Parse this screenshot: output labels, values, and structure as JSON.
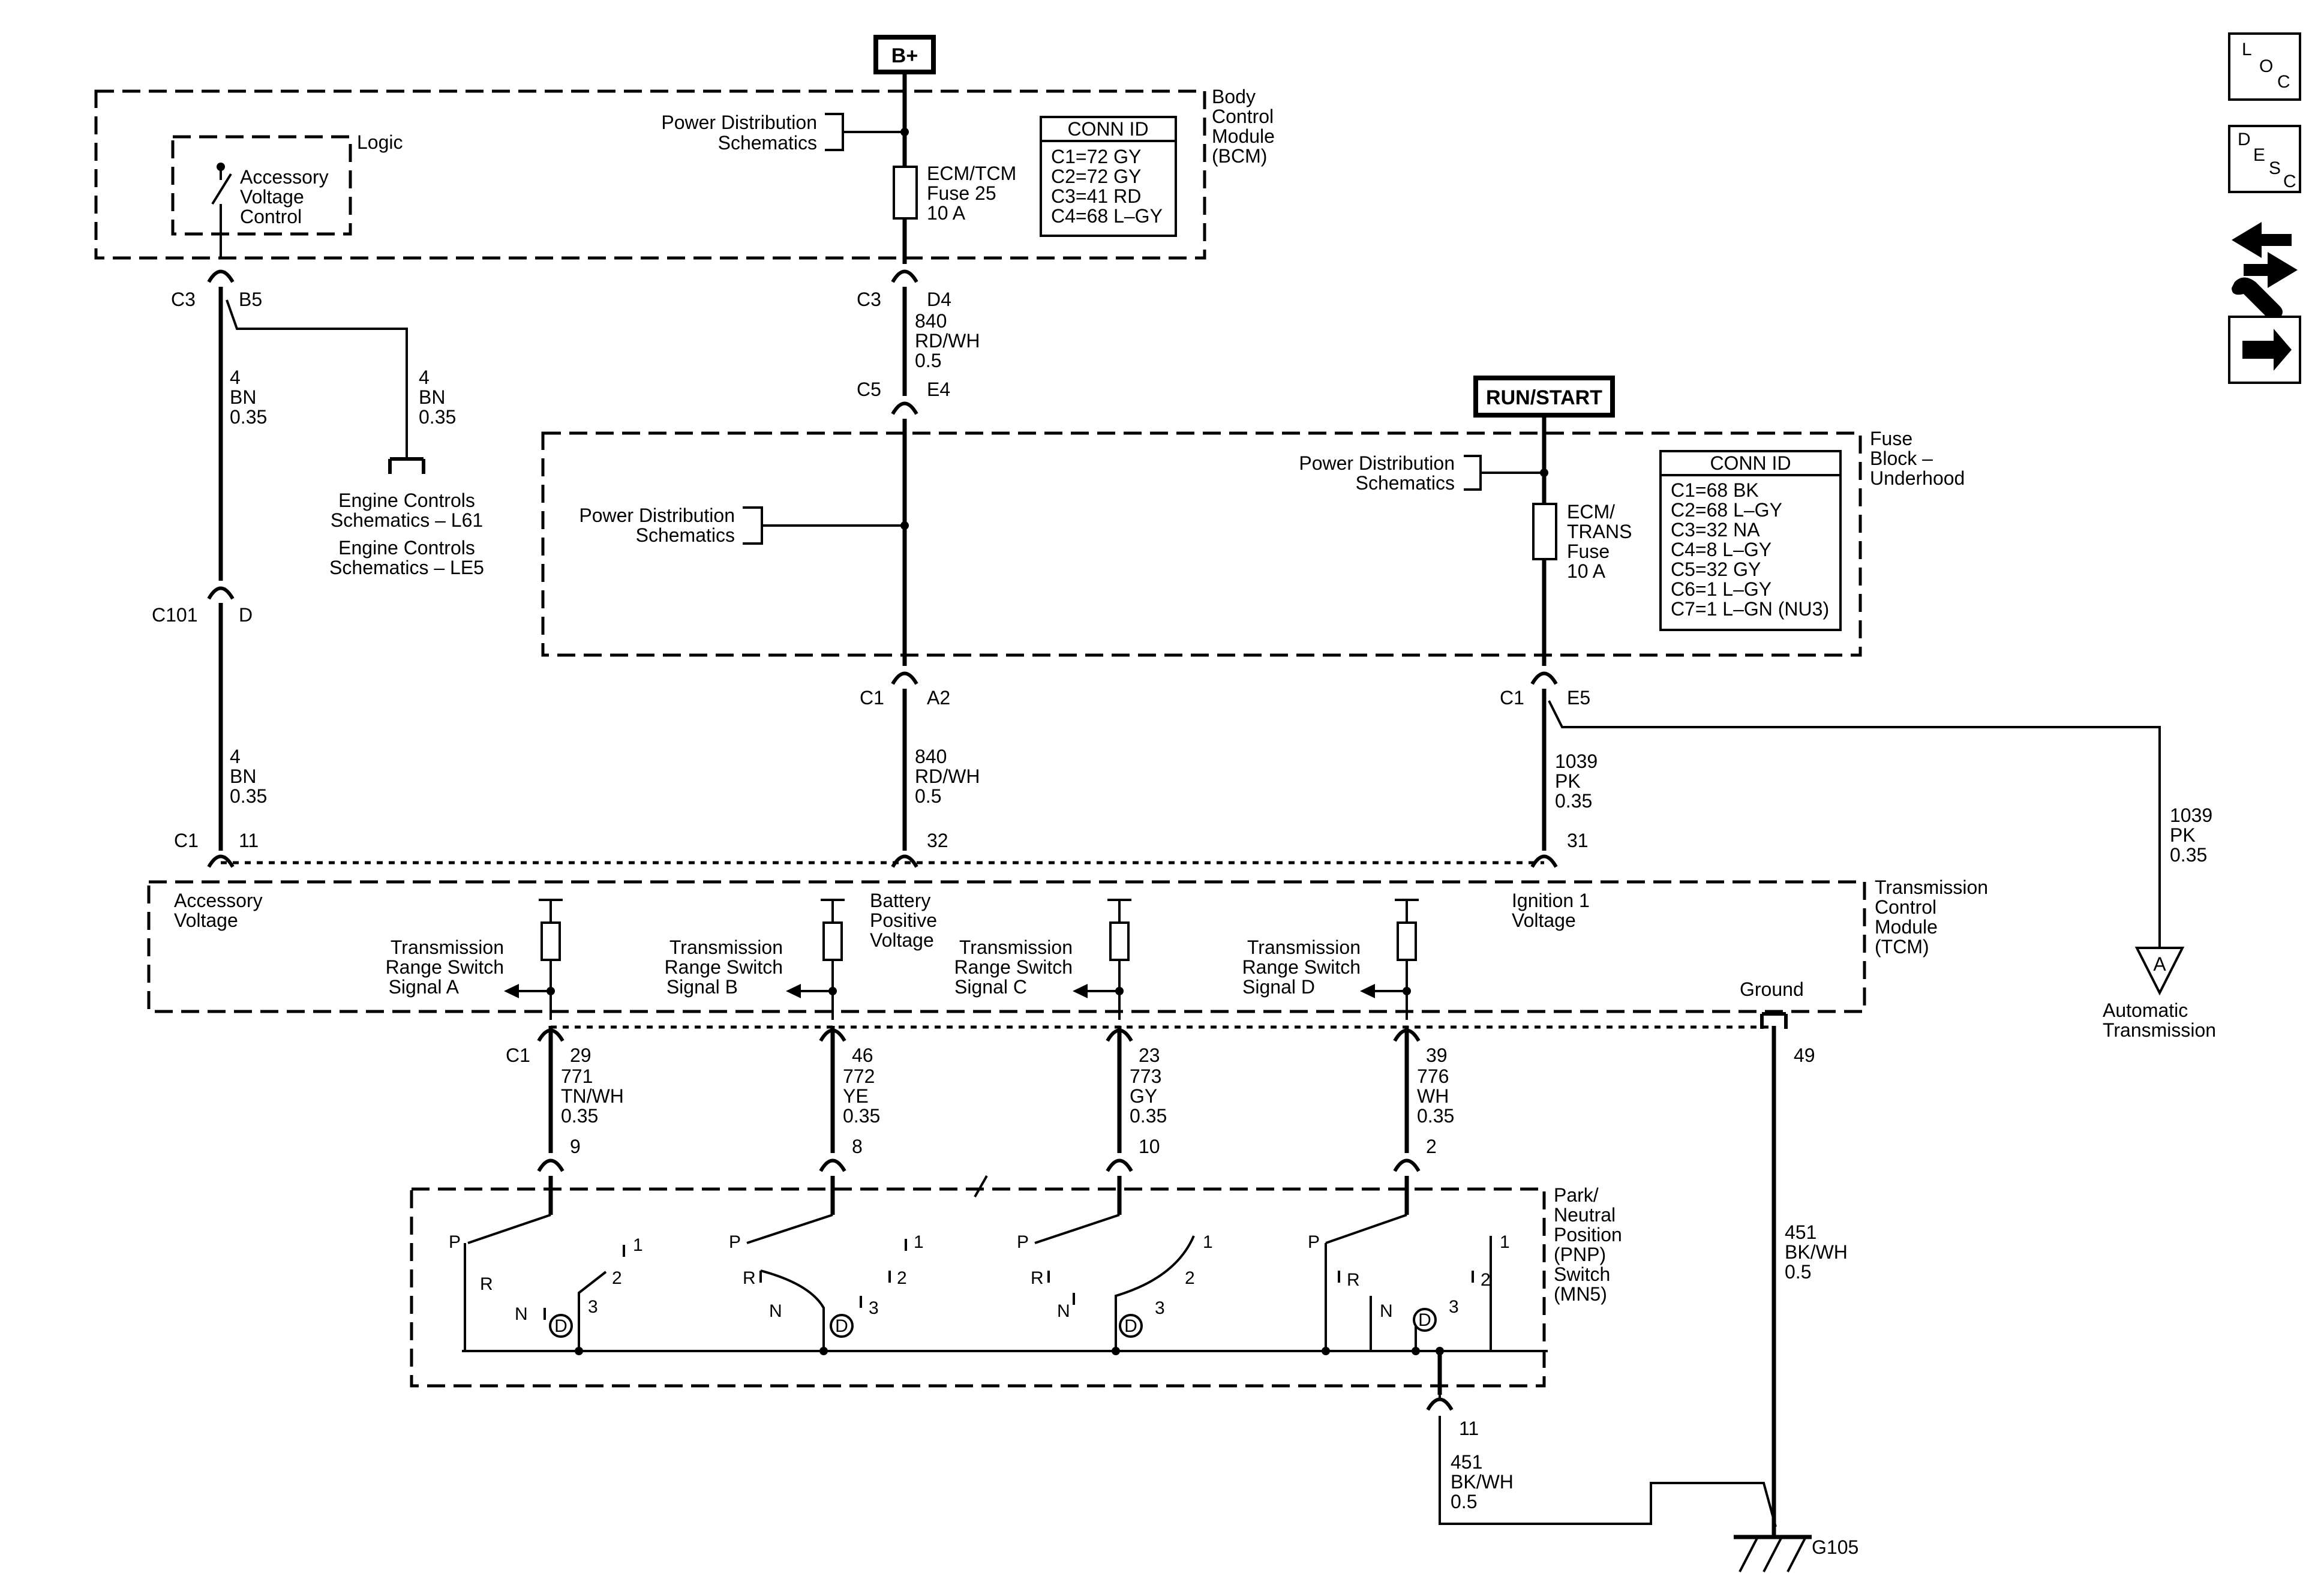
{
  "power_labels": {
    "bplus": "B+",
    "run_start": "RUN/START"
  },
  "bcm": {
    "name": [
      "Body",
      "Control",
      "Module",
      "(BCM)"
    ],
    "logic": "Logic",
    "accessory_voltage_control": [
      "Accessory",
      "Voltage",
      "Control"
    ],
    "power_dist": [
      "Power Distribution",
      "Schematics"
    ],
    "fuse": [
      "ECM/TCM",
      "Fuse 25",
      "10 A"
    ],
    "conn_id_title": "CONN ID",
    "conn_ids": [
      "C1=72 GY",
      "C2=72 GY",
      "C3=41 RD",
      "C4=68 L–GY"
    ]
  },
  "fuse_block": {
    "name": [
      "Fuse",
      "Block –",
      "Underhood"
    ],
    "power_dist_left": [
      "Power Distribution",
      "Schematics"
    ],
    "power_dist_right": [
      "Power Distribution",
      "Schematics"
    ],
    "fuse": [
      "ECM/",
      "TRANS",
      "Fuse",
      "10 A"
    ],
    "conn_id_title": "CONN ID",
    "conn_ids": [
      "C1=68 BK",
      "C2=68 L–GY",
      "C3=32 NA",
      "C4=8 L–GY",
      "C5=32 GY",
      "C6=1 L–GY",
      "C7=1 L–GN (NU3)"
    ]
  },
  "tcm": {
    "name": [
      "Transmission",
      "Control",
      "Module",
      "(TCM)"
    ],
    "accessory_voltage": [
      "Accessory",
      "Voltage"
    ],
    "battery_positive_voltage": [
      "Battery",
      "Positive",
      "Voltage"
    ],
    "ignition1_voltage": [
      "Ignition 1",
      "Voltage"
    ],
    "ground": "Ground",
    "signal_a": [
      "Transmission",
      "Range Switch",
      "Signal A"
    ],
    "signal_b": [
      "Transmission",
      "Range Switch",
      "Signal B"
    ],
    "signal_c": [
      "Transmission",
      "Range Switch",
      "Signal C"
    ],
    "signal_d": [
      "Transmission",
      "Range Switch",
      "Signal D"
    ]
  },
  "pnp": {
    "name": [
      "Park/",
      "Neutral",
      "Position",
      "(PNP)",
      "Switch",
      "(MN5)"
    ],
    "positions": {
      "p": "P",
      "r": "R",
      "n": "N",
      "d": "D",
      "one": "1",
      "two": "2",
      "three": "3"
    }
  },
  "engine_controls": [
    "Engine Controls",
    "Schematics – L61",
    "Engine Controls",
    "Schematics – LE5"
  ],
  "auto_trans": {
    "symbol": "A",
    "label": [
      "Automatic",
      "Transmission"
    ]
  },
  "ground_label": "G105",
  "connectors": {
    "bcm_c3_left": "C3",
    "bcm_b5": "B5",
    "bcm_c3_mid": "C3",
    "bcm_d4": "D4",
    "fb_c5": "C5",
    "fb_e4": "E4",
    "c101": "C101",
    "c101_d": "D",
    "fb_c1_left": "C1",
    "fb_a2": "A2",
    "fb_c1_right": "C1",
    "fb_e5": "E5",
    "tcm_c1_top": "C1",
    "tcm_11": "11",
    "tcm_32": "32",
    "tcm_31": "31",
    "tcm_c1_bottom": "C1",
    "tcm_29": "29",
    "tcm_46": "46",
    "tcm_23": "23",
    "tcm_39": "39",
    "tcm_49": "49",
    "pnp_9": "9",
    "pnp_8": "8",
    "pnp_10": "10",
    "pnp_2": "2",
    "pnp_11": "11"
  },
  "wires": {
    "w4a": [
      "4",
      "BN",
      "0.35"
    ],
    "w4b": [
      "4",
      "BN",
      "0.35"
    ],
    "w4c": [
      "4",
      "BN",
      "0.35"
    ],
    "w840a": [
      "840",
      "RD/WH",
      "0.5"
    ],
    "w840b": [
      "840",
      "RD/WH",
      "0.5"
    ],
    "w1039a": [
      "1039",
      "PK",
      "0.35"
    ],
    "w1039b": [
      "1039",
      "PK",
      "0.35"
    ],
    "w771": [
      "771",
      "TN/WH",
      "0.35"
    ],
    "w772": [
      "772",
      "YE",
      "0.35"
    ],
    "w773": [
      "773",
      "GY",
      "0.35"
    ],
    "w776": [
      "776",
      "WH",
      "0.35"
    ],
    "w451a": [
      "451",
      "BK/WH",
      "0.5"
    ],
    "w451b": [
      "451",
      "BK/WH",
      "0.5"
    ]
  },
  "side_icons": {
    "loc": [
      "L",
      "O",
      "C"
    ],
    "desc": [
      "D",
      "E",
      "S",
      "C"
    ],
    "icons": [
      "loc-icon",
      "desc-icon",
      "wrench-arrows-icon",
      "next-arrow-icon"
    ]
  }
}
